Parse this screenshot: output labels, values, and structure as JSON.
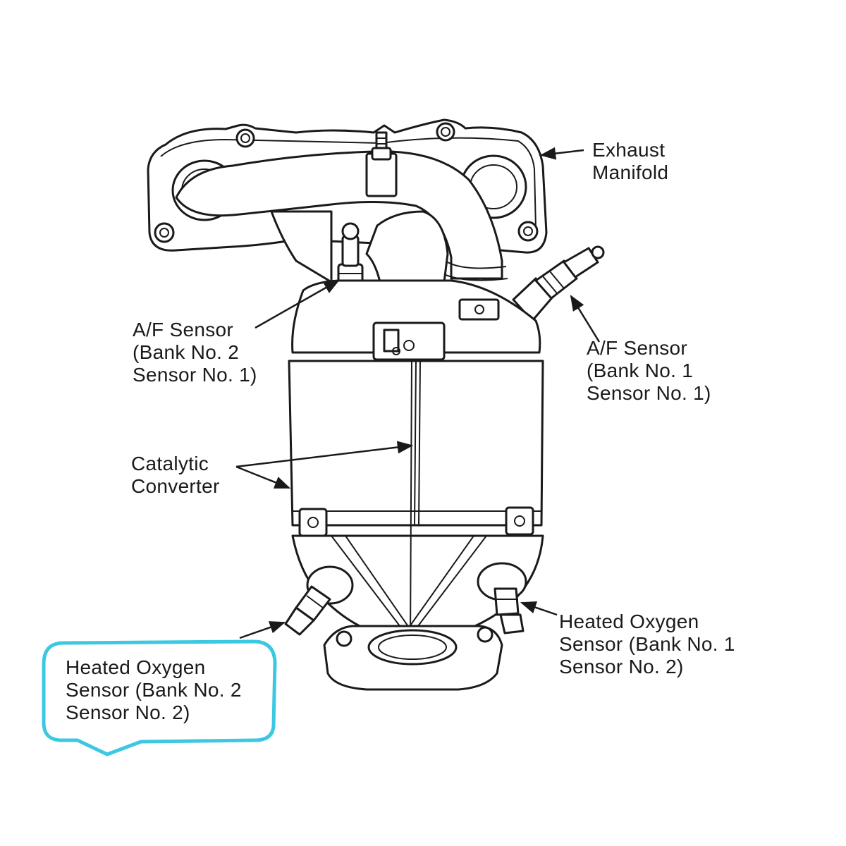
{
  "labels": {
    "exhaust_manifold": [
      "Exhaust",
      "Manifold"
    ],
    "af_sensor_bank2": [
      "A/F Sensor",
      "(Bank No. 2",
      "Sensor No. 1)"
    ],
    "af_sensor_bank1": [
      "A/F Sensor",
      "(Bank No. 1",
      "Sensor No. 1)"
    ],
    "catalytic_converter": [
      "Catalytic",
      "Converter"
    ],
    "heated_o2_bank1": [
      "Heated Oxygen",
      "Sensor (Bank No. 1",
      "Sensor No. 2)"
    ],
    "heated_o2_bank2": [
      "Heated Oxygen",
      "Sensor (Bank No. 2",
      "Sensor No. 2)"
    ]
  },
  "colors": {
    "line": "#1a1a1a",
    "highlight": "#3cc8e0",
    "background": "#ffffff"
  }
}
